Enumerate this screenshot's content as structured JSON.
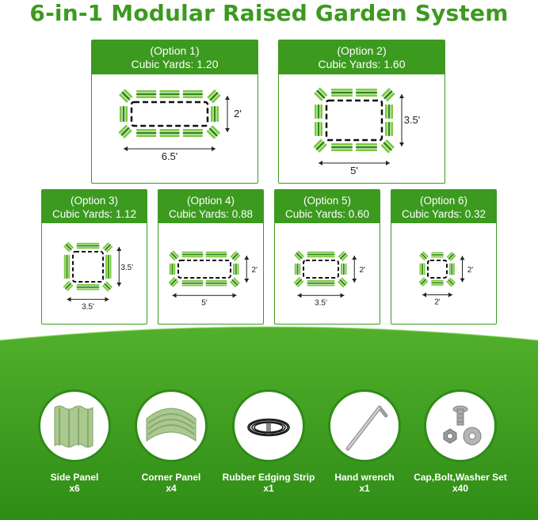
{
  "title": "6-in-1 Modular Raised Garden System",
  "colors": {
    "brand_green": "#3c9a1f",
    "panel_green": "#7ec93f",
    "dark_green": "#2e8b17"
  },
  "options": [
    {
      "label": "(Option 1)",
      "cubic": "Cubic Yards: 1.20",
      "width": "6.5'",
      "height": "2'"
    },
    {
      "label": "(Option 2)",
      "cubic": "Cubic Yards: 1.60",
      "width": "5'",
      "height": "3.5'"
    },
    {
      "label": "(Option 3)",
      "cubic": "Cubic Yards: 1.12",
      "width": "3.5'",
      "height": "3.5'"
    },
    {
      "label": "(Option 4)",
      "cubic": "Cubic Yards: 0.88",
      "width": "5'",
      "height": "2'"
    },
    {
      "label": "(Option 5)",
      "cubic": "Cubic Yards: 0.60",
      "width": "3.5'",
      "height": "2'"
    },
    {
      "label": "(Option 6)",
      "cubic": "Cubic Yards: 0.32",
      "width": "2'",
      "height": "2'"
    }
  ],
  "parts": [
    {
      "name": "Side Panel",
      "qty": "x6",
      "icon": "side-panel-icon"
    },
    {
      "name": "Corner Panel",
      "qty": "x4",
      "icon": "corner-panel-icon"
    },
    {
      "name": "Rubber Edging Strip",
      "qty": "x1",
      "icon": "rubber-strip-icon"
    },
    {
      "name": "Hand wrench",
      "qty": "x1",
      "icon": "wrench-icon"
    },
    {
      "name": "Cap,Bolt,Washer Set",
      "qty": "x40",
      "icon": "bolt-set-icon"
    }
  ]
}
